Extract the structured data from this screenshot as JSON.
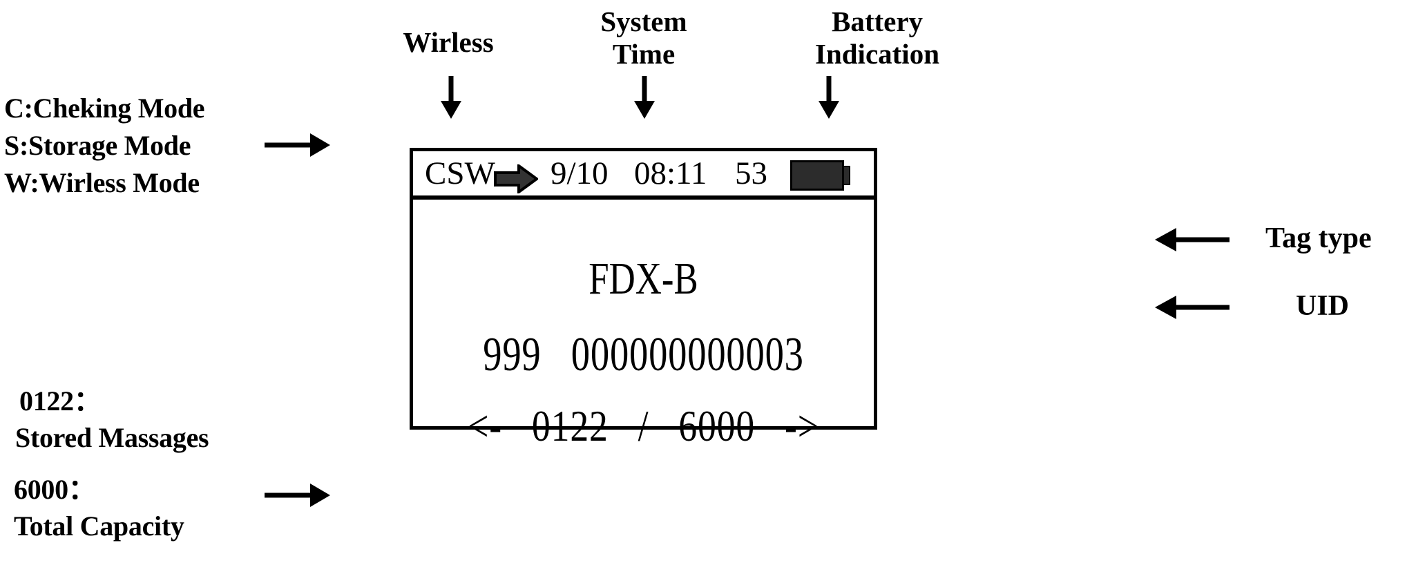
{
  "device": {
    "screen": {
      "status_bar": {
        "mode_flags": "CSW",
        "direction_icon": "right-arrow-icon",
        "date": "9/10",
        "time": "08:11",
        "seconds": "53",
        "battery_icon": "battery-full-icon"
      },
      "display": {
        "tag_type": "FDX-B",
        "uid_prefix": "999",
        "uid_number": "000000000003",
        "nav_left": "<-",
        "record_index": "0122",
        "separator": "/",
        "record_total": "6000",
        "nav_right": "->"
      }
    }
  },
  "annotations": {
    "mode_legend": {
      "lines": [
        "C:Cheking Mode",
        "S:Storage Mode",
        "W:Wirless Mode"
      ]
    },
    "stored_legend": {
      "lines": [
        "0122：",
        "Stored Massages"
      ]
    },
    "capacity_legend": {
      "lines": [
        "6000：",
        "Total Capacity"
      ]
    },
    "wireless": {
      "lines": [
        "Wirless"
      ]
    },
    "system_time": {
      "lines": [
        "System",
        "Time"
      ]
    },
    "battery": {
      "lines": [
        "Battery",
        "Indication"
      ]
    },
    "tag_type": "Tag type",
    "uid": "UID"
  },
  "colors": {
    "ink": "#000000",
    "paper": "#ffffff",
    "battery_fill": "#2c2c2c",
    "arrow_fill": "#333333"
  }
}
